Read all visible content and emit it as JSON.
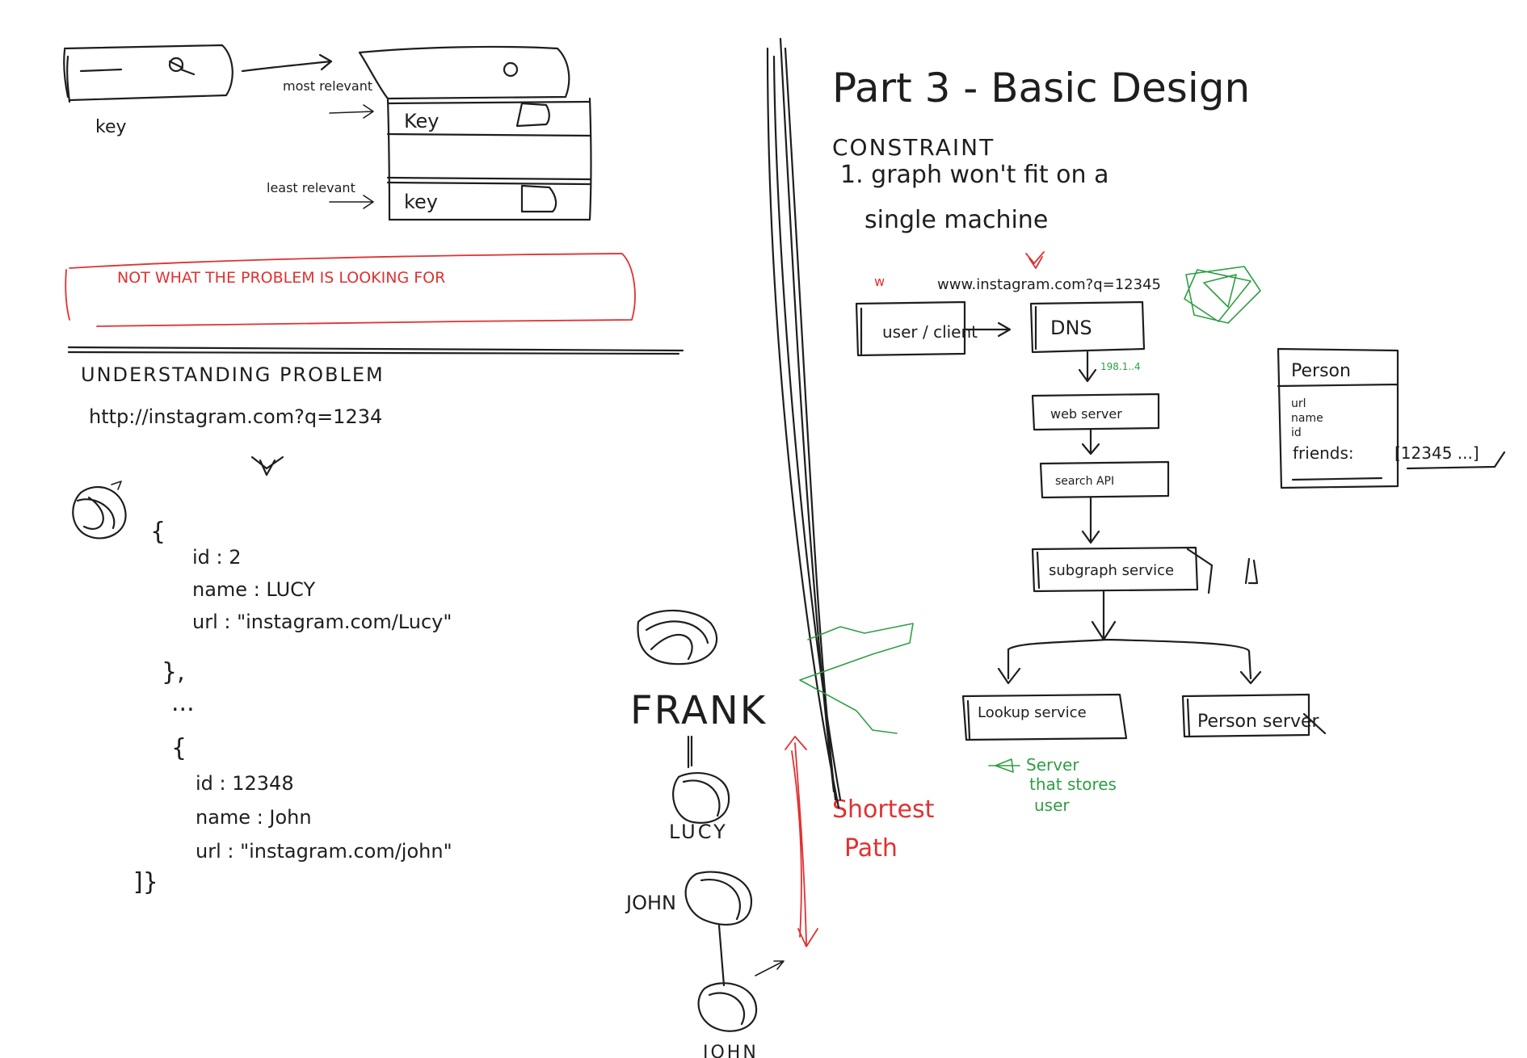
{
  "colors": {
    "ink": "#1e1e1e",
    "red": "#e03131",
    "green": "#2f9e44",
    "background": "#ffffff"
  },
  "left": {
    "search_key_label": "key",
    "most_relevant_label": "most relevant",
    "least_relevant_label": "least relevant",
    "result_top_key": "Key",
    "result_bottom_key": "key",
    "callout_text": "NOT WHAT THE PROBLEM IS LOOKING FOR",
    "section_title": "UNDERSTANDING PROBLEM",
    "url_text": "http://instagram.com?q=1234",
    "json_open": "{",
    "record1": {
      "id": "id : 2",
      "name": "name : LUCY",
      "url": "url : \"instagram.com/Lucy\""
    },
    "json_close1": "},",
    "ellipsis": "...",
    "json_open2": "{",
    "record2": {
      "id": "id : 12348",
      "name": "name : John",
      "url": "url : \"instagram.com/john\""
    },
    "json_close_all": "]}"
  },
  "graph": {
    "frank": "FRANK",
    "lucy": "LUCY",
    "john_left": "JOHN",
    "john_bottom": "JOHN",
    "shortest_path_line1": "Shortest",
    "shortest_path_line2": "Path"
  },
  "right": {
    "title": "Part 3 - Basic Design",
    "constraint_label": "CONSTRAINT",
    "constraint_line1": "1. graph won't fit on a",
    "constraint_line2": "single machine",
    "request_url": "www.instagram.com?q=12345",
    "w_mark": "w",
    "user_client": "user / client",
    "dns": "DNS",
    "ip_hint": "198.1..4",
    "web_server": "web server",
    "search_api": "search API",
    "subgraph_service": "subgraph service",
    "lookup_service": "Lookup service",
    "lookup_note_line1": "Server",
    "lookup_note_line2": "that stores",
    "lookup_note_line3": "user",
    "person_server": "Person server",
    "person_card": {
      "title": "Person",
      "field1": "url",
      "field2": "name",
      "field3": "id",
      "field4": "friends:",
      "friends_value": "[12345 ...]"
    }
  }
}
